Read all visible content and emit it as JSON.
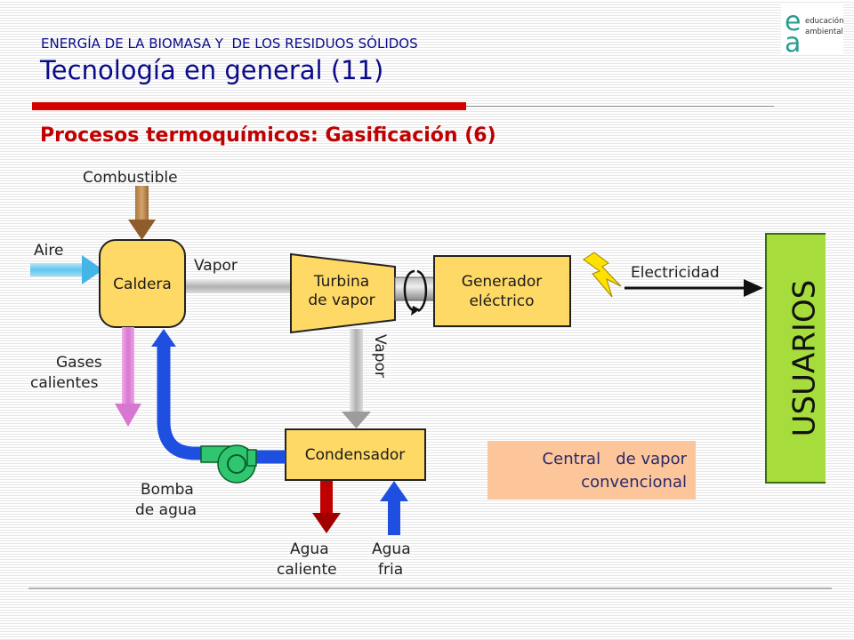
{
  "header": {
    "kicker": "ENERGÍA DE LA BIOMASA Y  DE LOS RESIDUOS SÓLIDOS",
    "title": "Tecnología en general (11)"
  },
  "logo": {
    "letters": "ea",
    "line1": "educación",
    "line2": "ambiental"
  },
  "section_title": "Procesos termoquímicos: Gasificación (6)",
  "diagram": {
    "boxes": {
      "caldera": "Caldera",
      "turbina": [
        "Turbina",
        "de vapor"
      ],
      "generador": [
        "Generador",
        "eléctrico"
      ],
      "condensador": "Condensador",
      "usuarios": "USUARIOS"
    },
    "labels": {
      "combustible": "Combustible",
      "aire": "Aire",
      "vapor_h": "Vapor",
      "vapor_v": "Vapor",
      "electricidad": "Electricidad",
      "gases": [
        "Gases",
        "calientes"
      ],
      "bomba": [
        "Bomba",
        "de agua"
      ],
      "agua_caliente": [
        "Agua",
        "caliente"
      ],
      "agua_fria": [
        "Agua",
        "fria"
      ]
    }
  },
  "caption": {
    "line1": "Central   de vapor",
    "line2": "convencional"
  },
  "colors": {
    "header_text": "#0a0a8a",
    "section_title": "#c00000",
    "accent_bar": "#d40000",
    "box_fill": "#ffd966",
    "usuarios_fill": "#a6dd3c",
    "caption_bg": "#fcc59a"
  }
}
